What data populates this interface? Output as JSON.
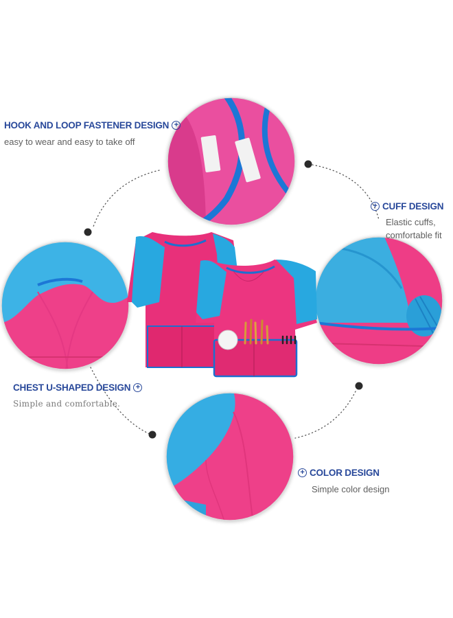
{
  "features": {
    "hook": {
      "title": "HOOK AND LOOP FASTENER DESIGN",
      "desc": "easy to wear and easy to take off"
    },
    "cuff": {
      "title": "CUFF DESIGN",
      "desc_lines": [
        "Elastic cuffs,",
        "comfortable fit"
      ]
    },
    "chest": {
      "title": "CHEST U-SHAPED DESIGN",
      "desc": "Simple and comfortable."
    },
    "color": {
      "title": "COLOR DESIGN",
      "desc": "Simple color design"
    }
  },
  "colors": {
    "pink": "#e8307a",
    "blue": "#26a8dc",
    "trim": "#1c6fd0",
    "text": "#28489a",
    "dot": "#333333",
    "ring": "#d8d8d8"
  },
  "icons": [
    "plus-circle-icon",
    "dot-marker-icon",
    "paintbrush-icon"
  ]
}
